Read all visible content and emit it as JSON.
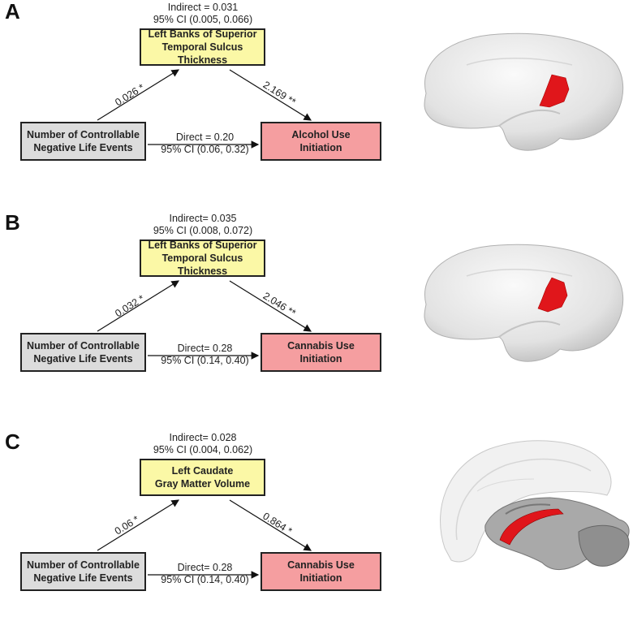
{
  "panels": [
    {
      "letter": "A",
      "indirect_line1": "Indirect = 0.031",
      "indirect_line2": "95% CI (0.005, 0.066)",
      "mediator_line1": "Left Banks of Superior",
      "mediator_line2": "Temporal Sulcus Thickness",
      "predictor_line1": "Number of Controllable",
      "predictor_line2": "Negative Life Events",
      "outcome_line1": "Alcohol Use",
      "outcome_line2": "Initiation",
      "path_a": "0.026 *",
      "path_b": "2.169 **",
      "direct_line1": "Direct = 0.20",
      "direct_line2": "95% CI (0.06, 0.32)",
      "brain_image": "lateral-cortex-left-bankssts-highlighted"
    },
    {
      "letter": "B",
      "indirect_line1": "Indirect= 0.035",
      "indirect_line2": "95% CI (0.008, 0.072)",
      "mediator_line1": "Left Banks of Superior",
      "mediator_line2": "Temporal Sulcus Thickness",
      "predictor_line1": "Number of Controllable",
      "predictor_line2": "Negative Life Events",
      "outcome_line1": "Cannabis Use",
      "outcome_line2": "Initiation",
      "path_a": "0.032 *",
      "path_b": "2.046 **",
      "direct_line1": "Direct= 0.28",
      "direct_line2": "95% CI (0.14, 0.40)",
      "brain_image": "lateral-cortex-left-bankssts-highlighted"
    },
    {
      "letter": "C",
      "indirect_line1": "Indirect= 0.028",
      "indirect_line2": "95% CI (0.004, 0.062)",
      "mediator_line1": "Left Caudate",
      "mediator_line2": "Gray Matter Volume",
      "predictor_line1": "Number of Controllable",
      "predictor_line2": "Negative Life Events",
      "outcome_line1": "Cannabis Use",
      "outcome_line2": "Initiation",
      "path_a": "0.06 *",
      "path_b": "0.864 *",
      "direct_line1": "Direct= 0.28",
      "direct_line2": "95% CI (0.14, 0.40)",
      "brain_image": "subcortical-left-caudate-highlighted"
    }
  ],
  "colors": {
    "mediator_fill": "#fbf8a6",
    "predictor_fill": "#dcdcdc",
    "outcome_fill": "#f59ea0",
    "highlight_region": "#e0161b",
    "brain_surface": "#e6e6e6"
  }
}
